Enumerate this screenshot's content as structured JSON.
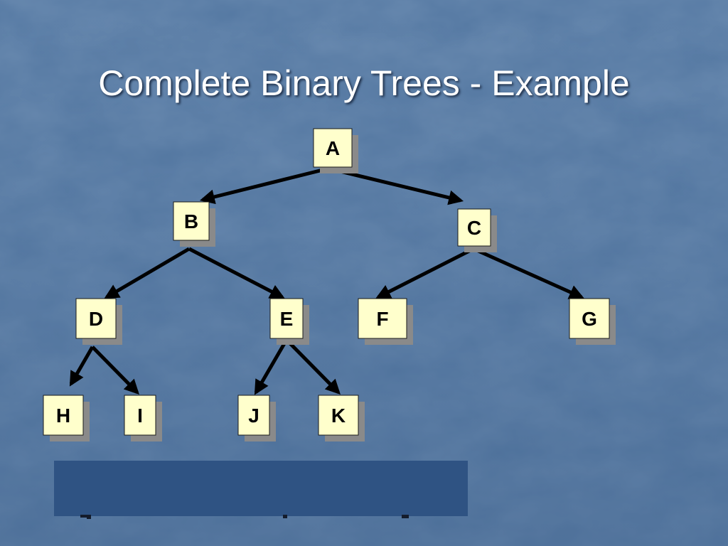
{
  "slide": {
    "title": "Complete Binary Trees - Example",
    "background_color": "#4d6f98",
    "overlay_color": "#2f5383"
  },
  "tree": {
    "nodes": [
      {
        "id": "A",
        "label": "A"
      },
      {
        "id": "B",
        "label": "B"
      },
      {
        "id": "C",
        "label": "C"
      },
      {
        "id": "D",
        "label": "D"
      },
      {
        "id": "E",
        "label": "E"
      },
      {
        "id": "F",
        "label": "F"
      },
      {
        "id": "G",
        "label": "G"
      },
      {
        "id": "H",
        "label": "H"
      },
      {
        "id": "I",
        "label": "I"
      },
      {
        "id": "J",
        "label": "J"
      },
      {
        "id": "K",
        "label": "K"
      }
    ],
    "edges": [
      [
        "A",
        "B"
      ],
      [
        "A",
        "C"
      ],
      [
        "B",
        "D"
      ],
      [
        "B",
        "E"
      ],
      [
        "C",
        "F"
      ],
      [
        "C",
        "G"
      ],
      [
        "D",
        "H"
      ],
      [
        "D",
        "I"
      ],
      [
        "E",
        "J"
      ],
      [
        "E",
        "K"
      ]
    ],
    "node_fill": "#ffffcc",
    "shadow_color": "#8a8a8a"
  }
}
